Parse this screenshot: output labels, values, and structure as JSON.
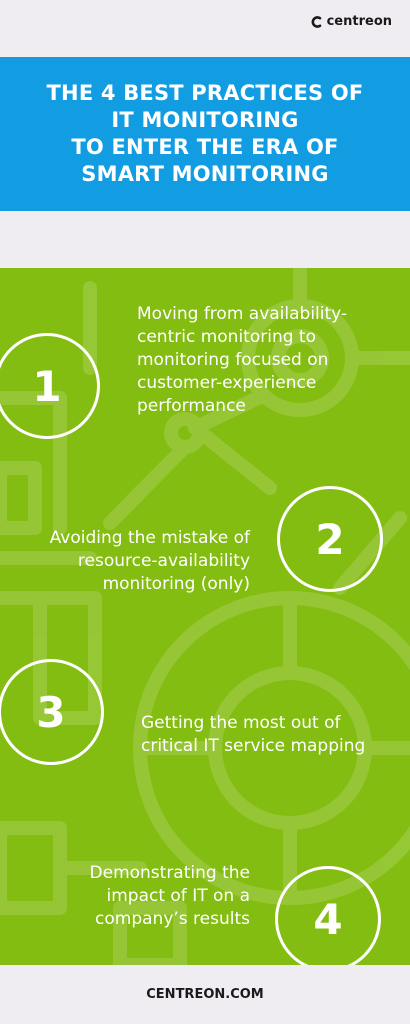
{
  "brand": {
    "logo_text": "centreon",
    "logo_icon": "centreon-c-icon"
  },
  "banner": {
    "title_lines": [
      "THE 4 BEST PRACTICES OF",
      "IT MONITORING",
      "TO ENTER THE ERA OF",
      "SMART MONITORING"
    ],
    "background_color": "#129de2"
  },
  "practices": [
    {
      "number": "1",
      "lines": [
        "Moving from availability-",
        "centric monitoring to",
        "monitoring focused on",
        "customer-experience",
        "performance"
      ]
    },
    {
      "number": "2",
      "lines": [
        "Avoiding the mistake of",
        "resource-availability",
        "monitoring (only)"
      ]
    },
    {
      "number": "3",
      "lines": [
        "Getting the most out of",
        "critical IT service mapping"
      ]
    },
    {
      "number": "4",
      "lines": [
        "Demonstrating the",
        "impact of IT on a",
        "company’s results"
      ]
    }
  ],
  "panel_color": "#84bd12",
  "footer": {
    "text": "CENTREON.COM"
  }
}
